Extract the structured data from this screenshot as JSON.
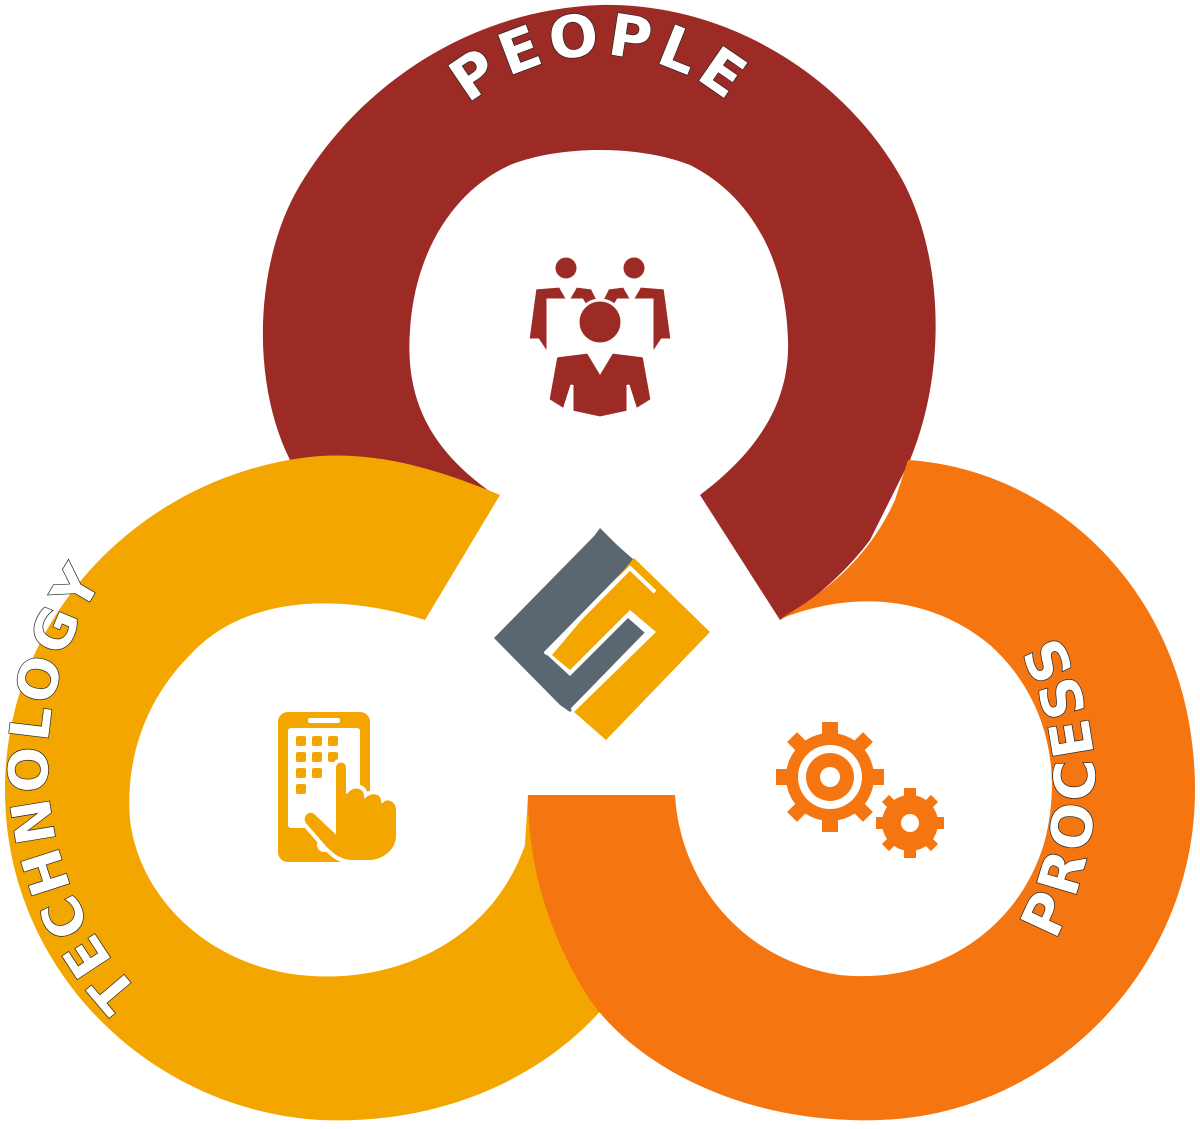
{
  "diagram": {
    "rings": [
      {
        "id": "people",
        "label": "PEOPLE",
        "color": "#9C2B26",
        "icon": "people-group-icon"
      },
      {
        "id": "technology",
        "label": "TECHNOLOGY",
        "color": "#F4A600",
        "icon": "touch-phone-icon"
      },
      {
        "id": "process",
        "label": "PROCESS",
        "color": "#F57510",
        "icon": "gears-icon"
      }
    ],
    "center_logo": {
      "icon": "s-logo-icon",
      "colors": {
        "dark": "#5B6770",
        "light": "#F4A600"
      }
    }
  }
}
